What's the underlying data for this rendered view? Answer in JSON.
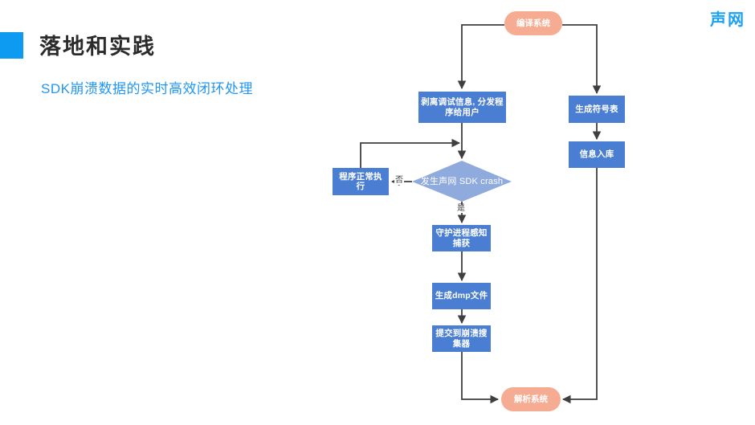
{
  "header": {
    "accent_color": "#0d9bf2",
    "title": "落地和实践",
    "subtitle": "SDK崩溃数据的实时高效闭环处理",
    "logo": "声网"
  },
  "palette": {
    "process_fill": "#4a7ed2",
    "decision_fill": "#8faadc",
    "terminator_fill": "#f6ac92",
    "connector": "#3f3f3f",
    "title_text": "#2b2b2b",
    "subtitle_text": "#2196f3",
    "logo_text": "#1aa0f5"
  },
  "flowchart": {
    "nodes": {
      "compile_system": {
        "label": "编译系统",
        "shape": "terminator"
      },
      "strip_debug_info": {
        "label": "剥离调试信息, 分发程序给用户",
        "shape": "process"
      },
      "generate_symbol_table": {
        "label": "生成符号表",
        "shape": "process"
      },
      "info_into_db": {
        "label": "信息入库",
        "shape": "process"
      },
      "crash_decision": {
        "label": "发生声网 SDK crash",
        "shape": "decision"
      },
      "normal_execution": {
        "label": "程序正常执行",
        "shape": "process"
      },
      "daemon_capture": {
        "label": "守护进程感知捕获",
        "shape": "process"
      },
      "generate_dmp": {
        "label": "生成dmp文件",
        "shape": "process"
      },
      "submit_collector": {
        "label": "提交到崩溃搜集器",
        "shape": "process"
      },
      "parse_system": {
        "label": "解析系统",
        "shape": "terminator"
      }
    },
    "edge_labels": {
      "no_branch": "否",
      "yes_branch": "是"
    }
  }
}
